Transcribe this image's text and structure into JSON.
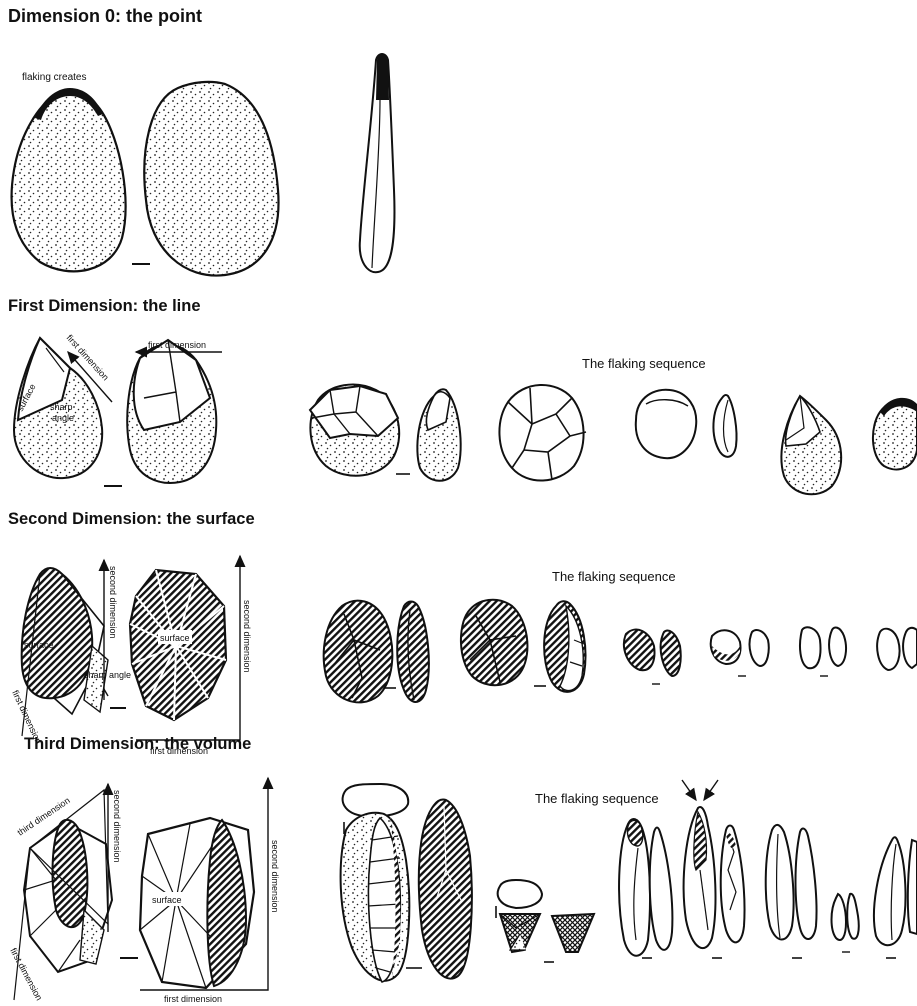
{
  "sections": [
    {
      "title": "Dimension 0: the point",
      "labels": {
        "flaking_creates": "flaking creates"
      }
    },
    {
      "title": "First Dimension: the line",
      "labels": {
        "first_dimension_diag": "first dimension",
        "first_dimension_top": "first dimension",
        "surface": "surface",
        "sharp": "sharp",
        "angle": "angle",
        "sequence_title": "The flaking sequence"
      }
    },
    {
      "title": "Second Dimension: the surface",
      "labels": {
        "second_dimension_left": "second dimension",
        "second_dimension_right": "second dimension",
        "first_dimension_diag": "first dimension",
        "first_dimension_bottom": "first dimension",
        "surface_left": "surface",
        "surface_right": "surface",
        "sharp_angle": "sharp angle",
        "sequence_title": "The flaking sequence"
      }
    },
    {
      "title": "Third Dimension: the volume",
      "labels": {
        "third_dimension": "third dimension",
        "second_dimension_left": "second dimension",
        "second_dimension_right": "second dimension",
        "first_dimension_diag": "first dimension",
        "first_dimension_bottom": "first dimension",
        "surface": "surface",
        "sequence_title": "The flaking sequence"
      }
    }
  ]
}
